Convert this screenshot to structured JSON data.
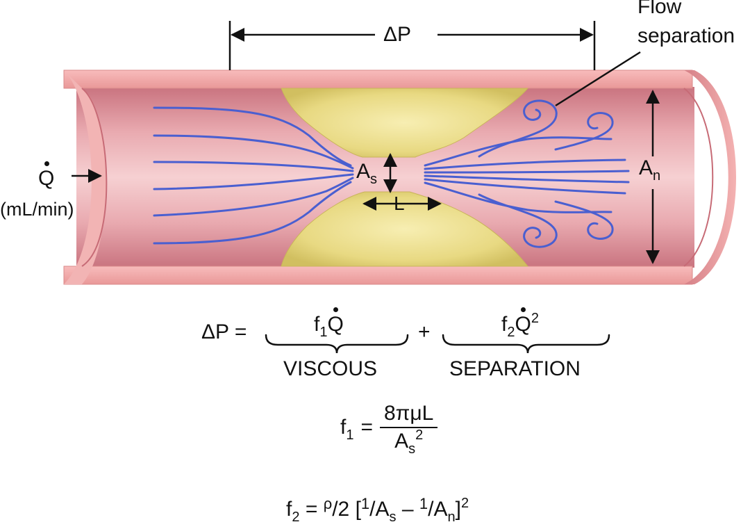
{
  "labels": {
    "delta_p": "ΔP",
    "flow_separation_line1": "Flow",
    "flow_separation_line2": "separation",
    "flow_q": "Q",
    "flow_units": "(mL/min)",
    "area_stenosis": "A",
    "area_stenosis_sub": "s",
    "area_normal": "A",
    "area_normal_sub": "n",
    "length": "L"
  },
  "equations": {
    "main_lhs": "ΔP =",
    "viscous_term_f": "f",
    "viscous_term_sub": "1",
    "viscous_term_q": "Q",
    "plus": "+",
    "separation_term_f": "f",
    "separation_term_sub": "2",
    "separation_term_q": "Q",
    "separation_term_exp": "2",
    "viscous_label": "VISCOUS",
    "separation_label": "SEPARATION",
    "f1_lhs_f": "f",
    "f1_lhs_sub": "1",
    "f1_eq": "=",
    "f1_numerator": "8πμL",
    "f1_den_a": "A",
    "f1_den_sub": "s",
    "f1_den_exp": "2",
    "f2_lhs_f": "f",
    "f2_lhs_sub": "2",
    "f2_eq": "=",
    "f2_rho": "ρ",
    "f2_slash": "/",
    "f2_two": "2",
    "f2_open": " [",
    "f2_one_a": "1",
    "f2_a1": "A",
    "f2_a1_sub": "s",
    "f2_minus": " – ",
    "f2_one_b": "1",
    "f2_a2": "A",
    "f2_a2_sub": "n",
    "f2_close": "]",
    "f2_exp": "2"
  },
  "colors": {
    "vessel_wall": "#f0a8a8",
    "vessel_lumen": "#e7a0a6",
    "plaque": "#e9dc8c",
    "streamline": "#4a5fd0",
    "ink": "#111111"
  }
}
